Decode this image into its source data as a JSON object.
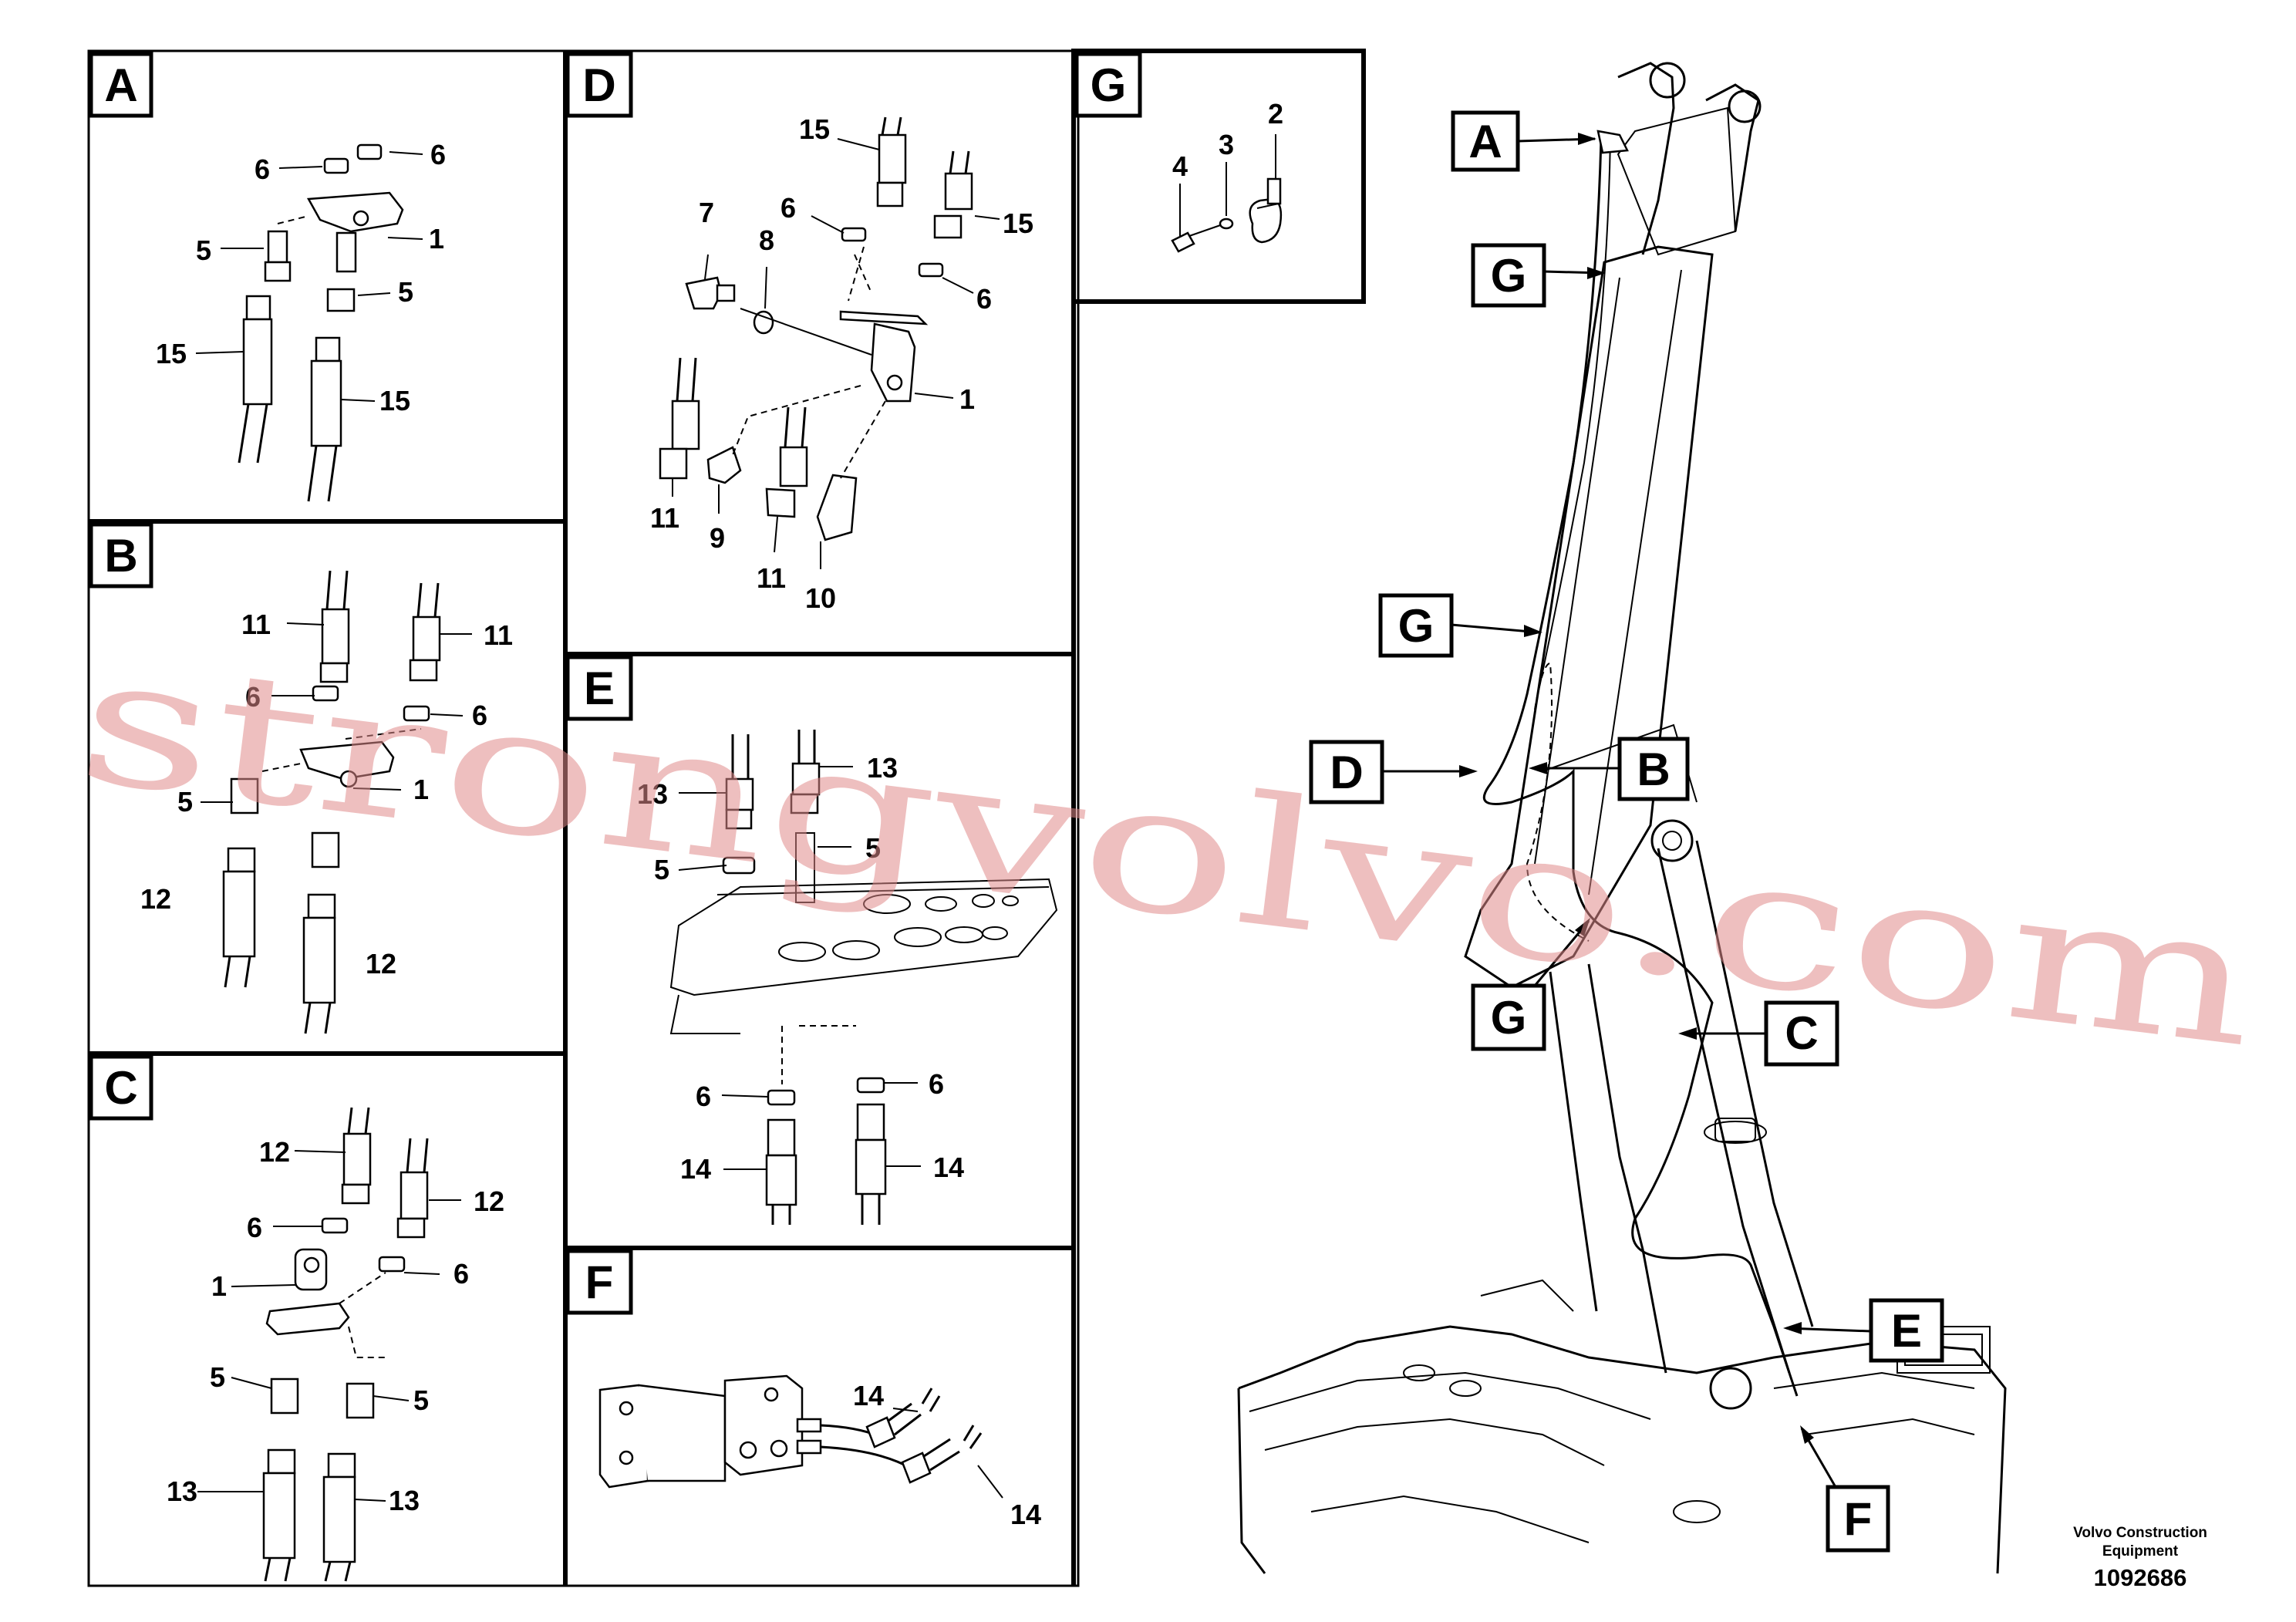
{
  "panels": {
    "A": {
      "letter": "A",
      "labels": [
        "6",
        "6",
        "5",
        "1",
        "5",
        "15",
        "15"
      ]
    },
    "B": {
      "letter": "B",
      "labels": [
        "11",
        "11",
        "6",
        "6",
        "5",
        "1",
        "12",
        "12"
      ]
    },
    "C": {
      "letter": "C",
      "labels": [
        "12",
        "12",
        "6",
        "6",
        "1",
        "5",
        "5",
        "13",
        "13"
      ]
    },
    "D": {
      "letter": "D",
      "labels": [
        "15",
        "15",
        "6",
        "6",
        "7",
        "8",
        "1",
        "11",
        "9",
        "11",
        "10"
      ]
    },
    "E": {
      "letter": "E",
      "labels": [
        "13",
        "13",
        "5",
        "5",
        "6",
        "6",
        "14",
        "14"
      ]
    },
    "F": {
      "letter": "F",
      "labels": [
        "14",
        "14"
      ]
    },
    "G": {
      "letter": "G",
      "labels": [
        "2",
        "3",
        "4"
      ]
    }
  },
  "callouts": [
    "A",
    "G",
    "G",
    "D",
    "B",
    "G",
    "C",
    "E",
    "F"
  ],
  "watermark": "strongvolvo.com",
  "caption": {
    "line1": "Volvo Construction",
    "line2": "Equipment",
    "number": "1092686"
  },
  "colors": {
    "line": "#000000",
    "watermark": "#e08a8a",
    "background": "#ffffff"
  }
}
